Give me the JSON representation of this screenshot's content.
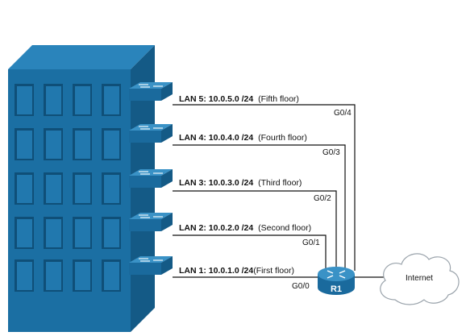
{
  "colors": {
    "building_front": "#1b6fa3",
    "building_side": "#145a86",
    "building_top": "#2a84bb",
    "window": "#2178ae",
    "window_shadow": "#0f4f78",
    "switch_top": "#3a92c6",
    "switch_front": "#1a6a9d",
    "router": "#1a6a9d",
    "wire": "#111111"
  },
  "lans": [
    {
      "name": "LAN 5: 10.0.5.0 /24",
      "floor": "(Fifth floor)",
      "port": "G0/4"
    },
    {
      "name": "LAN 4: 10.0.4.0 /24",
      "floor": "(Fourth floor)",
      "port": "G0/3"
    },
    {
      "name": "LAN 3: 10.0.3.0 /24",
      "floor": "(Third floor)",
      "port": "G0/2"
    },
    {
      "name": "LAN 2: 10.0.2.0 /24",
      "floor": "(Second floor)",
      "port": "G0/1"
    },
    {
      "name": "LAN 1: 10.0.1.0 /24",
      "floor": "(First floor)",
      "port": "G0/0"
    }
  ],
  "router": {
    "label": "R1"
  },
  "cloud": {
    "label": "Internet"
  }
}
